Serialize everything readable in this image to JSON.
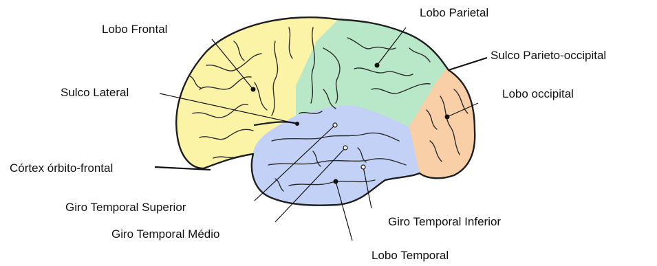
{
  "diagram": {
    "labels": {
      "frontal": "Lobo Frontal",
      "parietal": "Lobo Parietal",
      "parieto_occipital": "Sulco Parieto-occipital",
      "occipital": "Lobo occipital",
      "lateral": "Sulco Lateral",
      "orbito_frontal": "Córtex órbito-frontal",
      "temporal_superior": "Giro Temporal Superior",
      "temporal_medio": "Giro Temporal Médio",
      "temporal_inferior": "Giro Temporal Inferior",
      "temporal": "Lobo Temporal"
    },
    "colors": {
      "frontal": "#fbf3a6",
      "parietal": "#b9e8c8",
      "occipital": "#f8cfa6",
      "temporal": "#c2d1f5",
      "outline": "#1e1e1e",
      "sulci": "#2c2c2c"
    }
  }
}
